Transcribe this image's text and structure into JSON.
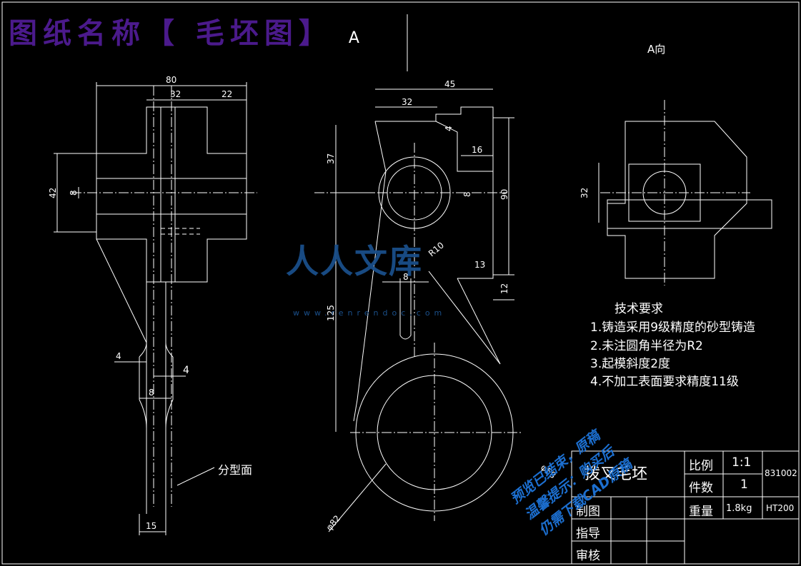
{
  "header": {
    "title": "图纸名称【 毛坯图】",
    "view_marker": "A"
  },
  "views": {
    "view_a_label": "A向",
    "parting_label": "分型面"
  },
  "dimensions": {
    "left": [
      "80",
      "32",
      "22",
      "42",
      "8",
      "4",
      "4",
      "8",
      "15"
    ],
    "front": [
      "45",
      "32",
      "4",
      "16",
      "37",
      "8",
      "90",
      "R10",
      "8",
      "13",
      "12",
      "125",
      "φ58",
      "φ82"
    ],
    "side": [
      "32"
    ]
  },
  "tech_requirements": {
    "heading": "技术要求",
    "items": [
      "1.铸造采用9级精度的砂型铸造",
      "2.未注圆角半径为R2",
      "3.起模斜度2度",
      "4.不加工表面要求精度11级"
    ]
  },
  "title_block": {
    "part_name": "拨叉毛坯",
    "scale_label": "比例",
    "scale_value": "1:1",
    "count_label": "件数",
    "count_value": "1",
    "weight_label": "重量",
    "weight_value": "1.8kg",
    "drawing_no": "831002",
    "material": "HT200",
    "drawn_by_label": "制图",
    "guide_label": "指导",
    "review_label": "审核"
  },
  "watermark": {
    "logo_text": "人人文库",
    "url": "www.renrendoc.com",
    "line1": "预览已结束，原稿",
    "line2": "温馨提示：购买后",
    "line3": "仍需下载CAD原稿"
  },
  "colors": {
    "background": "#000000",
    "lines": "#ffffff",
    "title": "#4b1a8c",
    "watermark": "#1c6fd0"
  }
}
